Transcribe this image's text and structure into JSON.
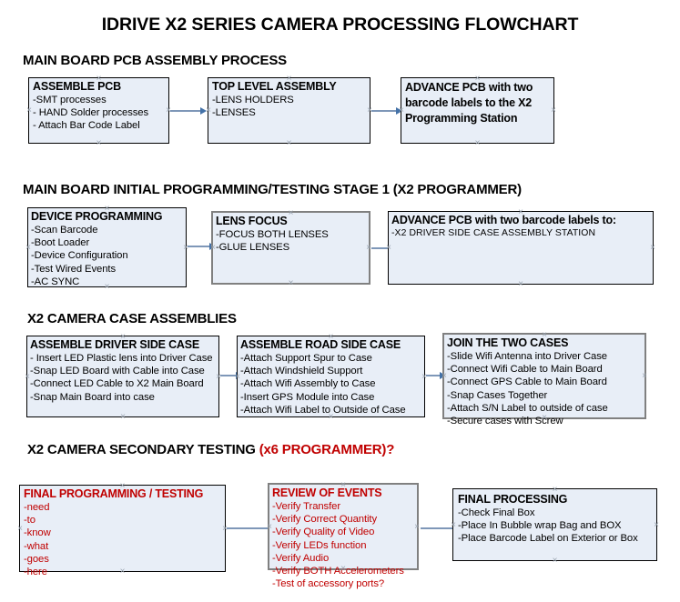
{
  "document": {
    "title": "IDRIVE X2  SERIES CAMERA PROCESSING FLOWCHART"
  },
  "colors": {
    "box_fill": "#e8eef7",
    "box_border": "#000000",
    "box_border_selected": "#808080",
    "accent_red": "#c00000",
    "arrow": "#4472a8",
    "handle": "#9aa4b0"
  },
  "sections": [
    {
      "heading": "MAIN BOARD PCB ASSEMBLY PROCESS",
      "heading_accent": "",
      "boxes": [
        {
          "title": "ASSEMBLE PCB",
          "lines": [
            "-SMT processes",
            "- HAND Solder processes",
            "- Attach Bar Code Label"
          ]
        },
        {
          "title": "TOP LEVEL ASSEMBLY",
          "lines": [
            "-LENS HOLDERS",
            "-LENSES"
          ]
        },
        {
          "title": "ADVANCE PCB with two barcode labels to the  X2 Programming Station",
          "lines": []
        }
      ]
    },
    {
      "heading": "MAIN BOARD INITIAL PROGRAMMING/TESTING STAGE 1 (X2 PROGRAMMER)",
      "heading_accent": "",
      "boxes": [
        {
          "title": "DEVICE PROGRAMMING",
          "lines": [
            "-Scan Barcode",
            "-Boot Loader",
            "-Device Configuration",
            "-Test Wired Events",
            "-AC SYNC"
          ]
        },
        {
          "title": "LENS FOCUS",
          "lines": [
            "-FOCUS BOTH LENSES",
            "-GLUE LENSES"
          ]
        },
        {
          "title": "ADVANCE PCB with two barcode labels to:",
          "lines": [
            "-X2 DRIVER  SIDE  CASE  ASSEMBLY STATION"
          ]
        }
      ]
    },
    {
      "heading": "X2 CAMERA CASE ASSEMBLIES",
      "heading_accent": "",
      "boxes": [
        {
          "title": "ASSEMBLE DRIVER SIDE CASE",
          "lines": [
            "- Insert LED Plastic lens into Driver Case",
            "-Snap LED Board with Cable into Case",
            "-Connect LED Cable to X2 Main Board",
            "-Snap Main Board into case"
          ]
        },
        {
          "title": "ASSEMBLE ROAD SIDE CASE",
          "lines": [
            "-Attach Support Spur to Case",
            "-Attach Windshield Support",
            "-Attach Wifi Assembly to Case",
            "-Insert GPS Module into Case",
            "-Attach Wifi Label to Outside of Case"
          ]
        },
        {
          "title": "JOIN THE TWO CASES",
          "lines": [
            "-Slide Wifi Antenna into Driver Case",
            "-Connect Wifi Cable to Main Board",
            "-Connect GPS Cable to Main Board",
            "-Snap Cases Together",
            "-Attach S/N Label to outside of case",
            "-Secure cases with Screw"
          ]
        }
      ]
    },
    {
      "heading": "X2 CAMERA SECONDARY TESTING ",
      "heading_accent": "(x6 PROGRAMMER)?",
      "boxes": [
        {
          "title": "FINAL PROGRAMMING / TESTING",
          "lines": [
            "-need",
            "-to",
            "-know",
            "-what",
            "-goes",
            "-here"
          ]
        },
        {
          "title": "REVIEW OF EVENTS",
          "lines": [
            "-Verify Transfer",
            "-Verify Correct Quantity",
            "-Verify Quality of Video",
            "-Verify LEDs function",
            "-Verify Audio",
            "-Verify BOTH Accelerometers",
            "-Test of accessory ports?"
          ]
        },
        {
          "title": "FINAL PROCESSING",
          "lines": [
            " -Check Final Box",
            "-Place In Bubble wrap Bag and BOX",
            "-Place Barcode Label on Exterior or Box"
          ]
        }
      ]
    }
  ]
}
